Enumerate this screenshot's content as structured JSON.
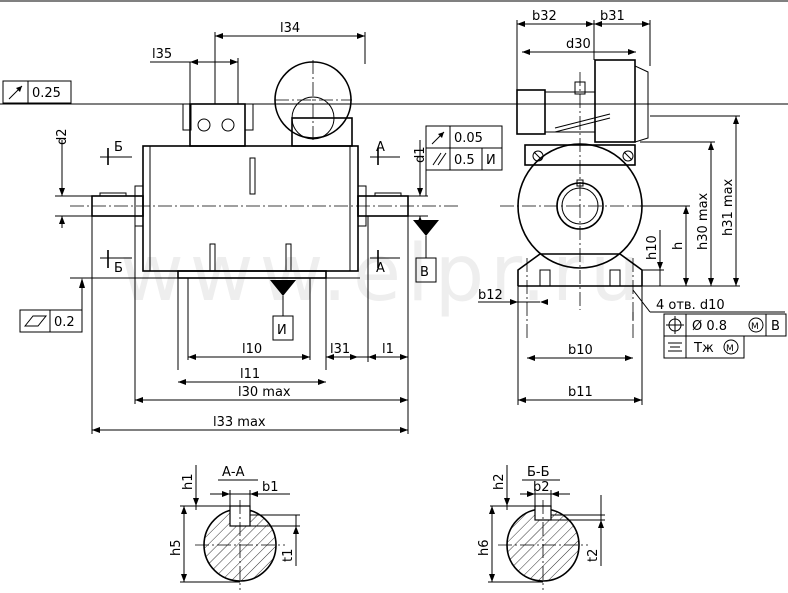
{
  "dims": {
    "l34": "l34",
    "l35": "l35",
    "b32": "b32",
    "b31": "b31",
    "d30": "d30",
    "d2": "d2",
    "d1": "d1",
    "h": "h",
    "h10": "h10",
    "h30": "h30 max",
    "h31": "h31 max",
    "b12": "b12",
    "b10": "b10",
    "b11": "b11",
    "l10": "l10",
    "l31": "l31",
    "l1": "l1",
    "l11": "l11",
    "l30": "l30 max",
    "l33": "l33 max",
    "h1": "h1",
    "h2": "h2",
    "b1": "b1",
    "b2": "b2",
    "h5": "h5",
    "h6": "h6",
    "t1": "t1",
    "t2": "t2"
  },
  "section_marks": {
    "a": "А",
    "b": "Б",
    "v": "В",
    "i": "И"
  },
  "sections": {
    "aa": "А-А",
    "bb": "Б-Б"
  },
  "tolerances": {
    "runout": "0.25",
    "flatness": "0.2",
    "runout2": "0.05",
    "parallel": "0.5",
    "parallel_ref": "И",
    "position_dia": "Ø 0.8",
    "position_ref": "В",
    "sym_value": "Тж"
  },
  "holes_note": "4 отв. d10",
  "watermark": "www.elpr.ru"
}
